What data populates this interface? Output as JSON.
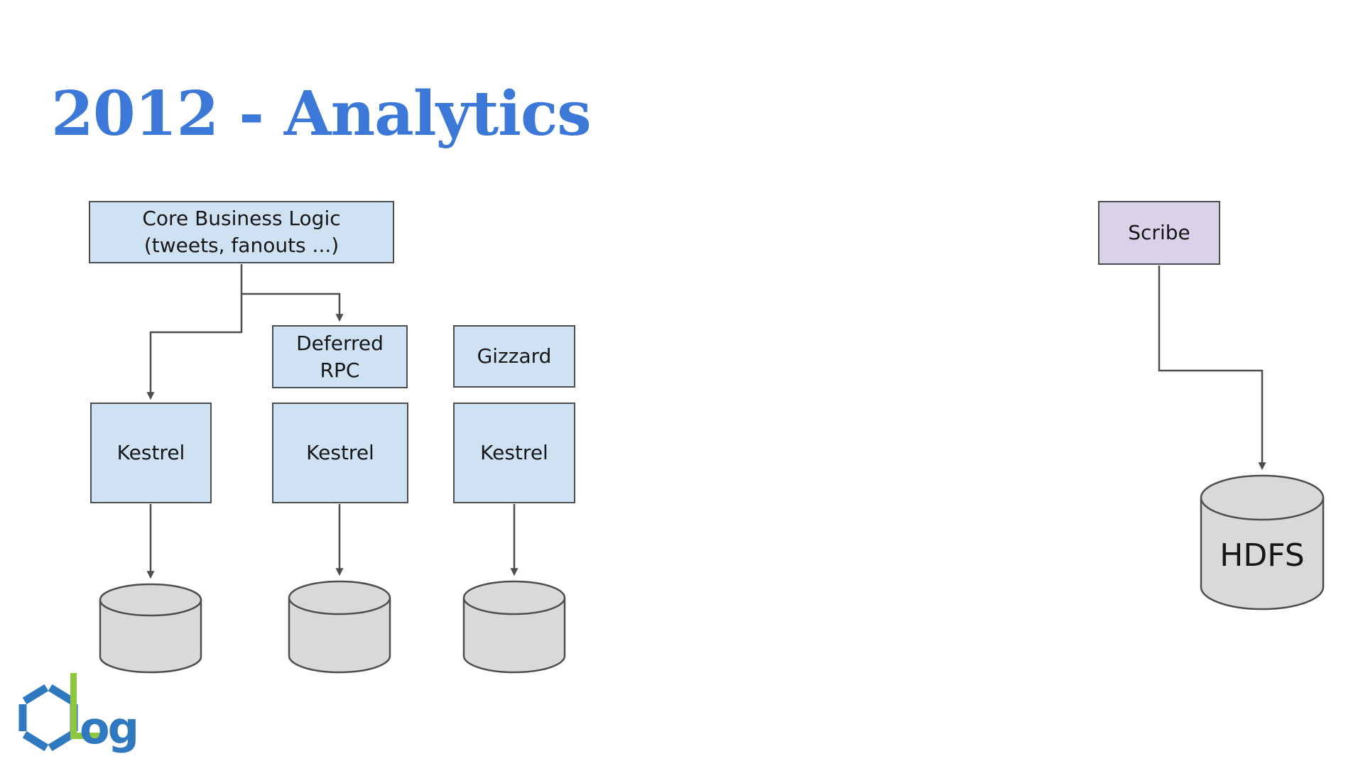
{
  "slide": {
    "title": "2012 - Analytics"
  },
  "colors": {
    "title_blue": "#3c78d8",
    "node_fill_blue": "#cfe2f3",
    "node_fill_purple": "#d9d2e9",
    "cylinder_fill": "#d9d9d9",
    "line_stroke": "#4d4d4d",
    "logo_blue": "#2e79bf",
    "logo_green": "#8dc63f"
  },
  "nodes": {
    "core": {
      "line1": "Core Business Logic",
      "line2": "(tweets, fanouts ...)"
    },
    "deferred_rpc": {
      "line1": "Deferred",
      "line2": "RPC"
    },
    "gizzard": {
      "label": "Gizzard"
    },
    "kestrel_1": {
      "label": "Kestrel"
    },
    "kestrel_2": {
      "label": "Kestrel"
    },
    "kestrel_3": {
      "label": "Kestrel"
    },
    "scribe": {
      "label": "Scribe"
    },
    "hdfs": {
      "label": "HDFS"
    }
  },
  "logo": {
    "text": "og"
  }
}
